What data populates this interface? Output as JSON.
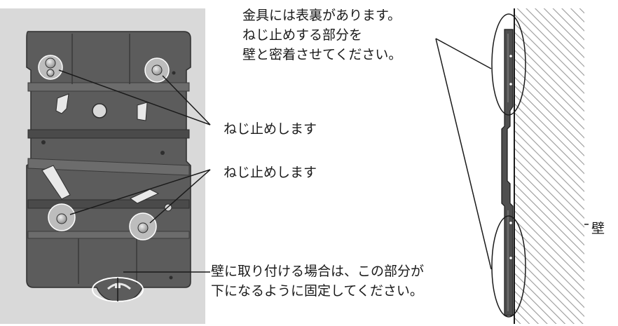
{
  "labels": {
    "side_note": [
      "金具には表裏があります。",
      "ねじ止めする部分を",
      "壁と密着させてください。"
    ],
    "screw_upper": "ねじ止めします",
    "screw_lower": "ねじ止めします",
    "mount_note": [
      "壁に取り付ける場合は、この部分が",
      "下になるように固定してください。"
    ],
    "wall": "壁"
  },
  "colors": {
    "panel_background": "#d9d9d9",
    "bracket_fill": "#5c5c5c",
    "bracket_dark": "#3a3a3a",
    "bracket_light": "#7a7a7a",
    "wall_hatch": "#9a9a9a",
    "line": "#1a1a1a"
  },
  "icons": {
    "bracket": "mounting-bracket-front-icon",
    "bracket_side": "mounting-bracket-side-icon",
    "screw": "screw-icon"
  }
}
